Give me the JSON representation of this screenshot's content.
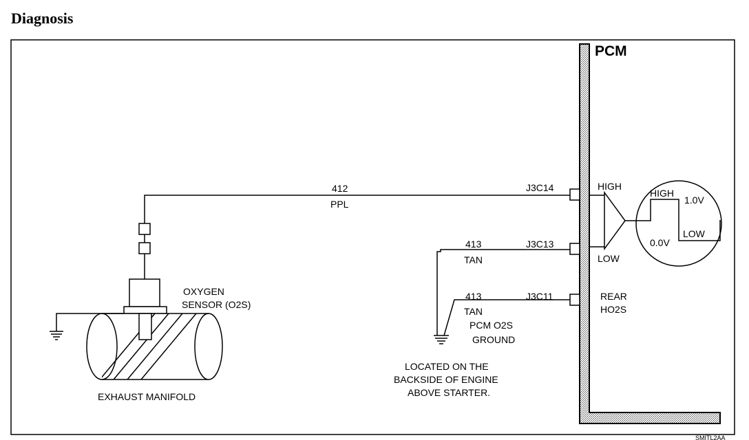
{
  "title": "Diagnosis",
  "pcm": {
    "label": "PCM"
  },
  "wires": [
    {
      "circuit": "412",
      "color": "PPL",
      "pin": "J3C14"
    },
    {
      "circuit": "413",
      "color": "TAN",
      "pin": "J3C13"
    },
    {
      "circuit": "413",
      "color": "TAN",
      "pin": "J3C11"
    }
  ],
  "pcm_labels": {
    "high": "HIGH",
    "low": "LOW",
    "rear_line1": "REAR",
    "rear_line2": "HO2S"
  },
  "signal": {
    "high": "HIGH",
    "high_voltage": "1.0V",
    "low": "LOW",
    "low_voltage": "0.0V"
  },
  "sensor": {
    "line1": "OXYGEN",
    "line2": "SENSOR (O2S)"
  },
  "manifold": {
    "label": "EXHAUST MANIFOLD"
  },
  "ground": {
    "line1": "PCM O2S",
    "line2": "GROUND"
  },
  "location_note": {
    "line1": "LOCATED ON THE",
    "line2": "BACKSIDE OF ENGINE",
    "line3": "ABOVE STARTER."
  },
  "figure_id": "SMITL2AA"
}
